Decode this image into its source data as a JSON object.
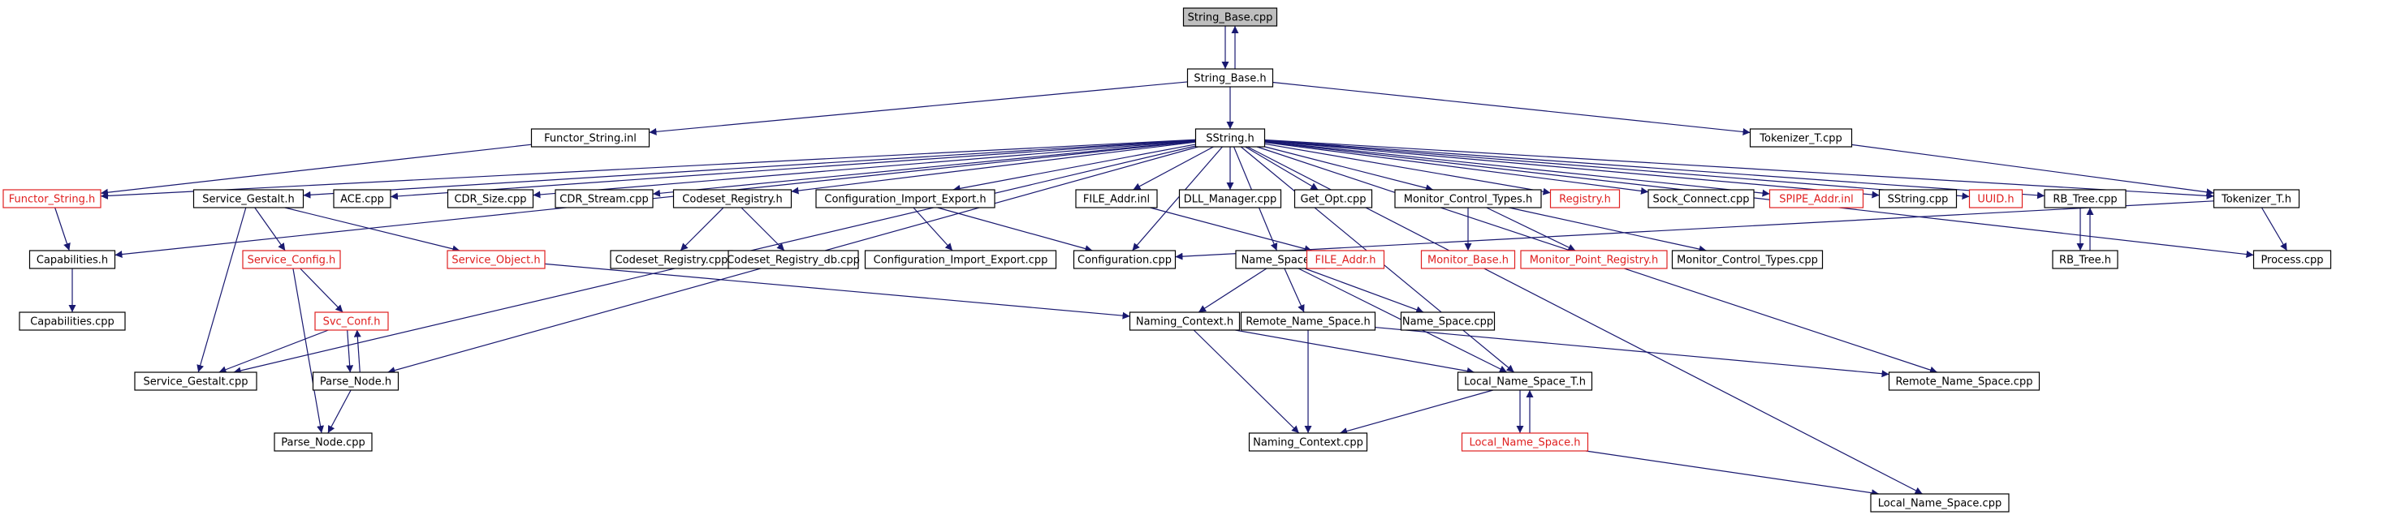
{
  "graph": {
    "colors": {
      "edge": "#191970",
      "truncated_border": "#e02020",
      "root_fill": "#bfbfbf"
    },
    "nodes": [
      {
        "id": "string_base_cpp",
        "label": "String_Base.cpp",
        "style": "root"
      },
      {
        "id": "string_base_h",
        "label": "String_Base.h",
        "style": "normal"
      },
      {
        "id": "functor_string_inl",
        "label": "Functor_String.inl",
        "style": "normal"
      },
      {
        "id": "sstring_h",
        "label": "SString.h",
        "style": "normal"
      },
      {
        "id": "tokenizer_t_cpp",
        "label": "Tokenizer_T.cpp",
        "style": "normal"
      },
      {
        "id": "functor_string_h",
        "label": "Functor_String.h",
        "style": "truncated"
      },
      {
        "id": "service_gestalt_h",
        "label": "Service_Gestalt.h",
        "style": "normal"
      },
      {
        "id": "ace_cpp",
        "label": "ACE.cpp",
        "style": "normal"
      },
      {
        "id": "cdr_size_cpp",
        "label": "CDR_Size.cpp",
        "style": "normal"
      },
      {
        "id": "cdr_stream_cpp",
        "label": "CDR_Stream.cpp",
        "style": "normal"
      },
      {
        "id": "codeset_registry_h",
        "label": "Codeset_Registry.h",
        "style": "normal"
      },
      {
        "id": "config_import_export_h",
        "label": "Configuration_Import_Export.h",
        "style": "normal"
      },
      {
        "id": "file_addr_inl",
        "label": "FILE_Addr.inl",
        "style": "normal"
      },
      {
        "id": "dll_manager_cpp",
        "label": "DLL_Manager.cpp",
        "style": "normal"
      },
      {
        "id": "get_opt_cpp",
        "label": "Get_Opt.cpp",
        "style": "normal"
      },
      {
        "id": "monitor_control_types_h",
        "label": "Monitor_Control_Types.h",
        "style": "normal"
      },
      {
        "id": "registry_h",
        "label": "Registry.h",
        "style": "truncated"
      },
      {
        "id": "sock_connect_cpp",
        "label": "Sock_Connect.cpp",
        "style": "normal"
      },
      {
        "id": "spipe_addr_inl",
        "label": "SPIPE_Addr.inl",
        "style": "truncated"
      },
      {
        "id": "sstring_cpp",
        "label": "SString.cpp",
        "style": "normal"
      },
      {
        "id": "uuid_h",
        "label": "UUID.h",
        "style": "truncated"
      },
      {
        "id": "rb_tree_cpp",
        "label": "RB_Tree.cpp",
        "style": "normal"
      },
      {
        "id": "tokenizer_t_h",
        "label": "Tokenizer_T.h",
        "style": "normal"
      },
      {
        "id": "capabilities_h",
        "label": "Capabilities.h",
        "style": "normal"
      },
      {
        "id": "service_config_h",
        "label": "Service_Config.h",
        "style": "truncated"
      },
      {
        "id": "service_object_h",
        "label": "Service_Object.h",
        "style": "truncated"
      },
      {
        "id": "codeset_registry_cpp",
        "label": "Codeset_Registry.cpp",
        "style": "normal"
      },
      {
        "id": "codeset_registry_db_cpp",
        "label": "Codeset_Registry_db.cpp",
        "style": "normal"
      },
      {
        "id": "config_import_export_cpp",
        "label": "Configuration_Import_Export.cpp",
        "style": "normal"
      },
      {
        "id": "configuration_cpp",
        "label": "Configuration.cpp",
        "style": "normal"
      },
      {
        "id": "name_space_h",
        "label": "Name_Space.h",
        "style": "normal"
      },
      {
        "id": "file_addr_h",
        "label": "FILE_Addr.h",
        "style": "truncated"
      },
      {
        "id": "monitor_base_h",
        "label": "Monitor_Base.h",
        "style": "truncated"
      },
      {
        "id": "monitor_point_registry_h",
        "label": "Monitor_Point_Registry.h",
        "style": "truncated"
      },
      {
        "id": "monitor_control_types_cpp",
        "label": "Monitor_Control_Types.cpp",
        "style": "normal"
      },
      {
        "id": "rb_tree_h",
        "label": "RB_Tree.h",
        "style": "normal"
      },
      {
        "id": "process_cpp",
        "label": "Process.cpp",
        "style": "normal"
      },
      {
        "id": "capabilities_cpp",
        "label": "Capabilities.cpp",
        "style": "normal"
      },
      {
        "id": "svc_conf_h",
        "label": "Svc_Conf.h",
        "style": "truncated"
      },
      {
        "id": "naming_context_h",
        "label": "Naming_Context.h",
        "style": "normal"
      },
      {
        "id": "remote_name_space_h",
        "label": "Remote_Name_Space.h",
        "style": "normal"
      },
      {
        "id": "name_space_cpp",
        "label": "Name_Space.cpp",
        "style": "normal"
      },
      {
        "id": "service_gestalt_cpp",
        "label": "Service_Gestalt.cpp",
        "style": "normal"
      },
      {
        "id": "parse_node_h",
        "label": "Parse_Node.h",
        "style": "normal"
      },
      {
        "id": "local_name_space_t_h",
        "label": "Local_Name_Space_T.h",
        "style": "normal"
      },
      {
        "id": "remote_name_space_cpp",
        "label": "Remote_Name_Space.cpp",
        "style": "normal"
      },
      {
        "id": "parse_node_cpp",
        "label": "Parse_Node.cpp",
        "style": "normal"
      },
      {
        "id": "naming_context_cpp",
        "label": "Naming_Context.cpp",
        "style": "normal"
      },
      {
        "id": "local_name_space_h",
        "label": "Local_Name_Space.h",
        "style": "truncated"
      },
      {
        "id": "local_name_space_cpp",
        "label": "Local_Name_Space.cpp",
        "style": "normal"
      }
    ],
    "edges": [
      [
        "string_base_h",
        "string_base_cpp"
      ],
      [
        "string_base_cpp",
        "string_base_h"
      ],
      [
        "string_base_h",
        "sstring_h"
      ],
      [
        "string_base_h",
        "functor_string_inl"
      ],
      [
        "string_base_h",
        "tokenizer_t_cpp"
      ],
      [
        "functor_string_inl",
        "functor_string_h"
      ],
      [
        "tokenizer_t_cpp",
        "tokenizer_t_h"
      ],
      [
        "sstring_h",
        "functor_string_h"
      ],
      [
        "sstring_h",
        "service_gestalt_h"
      ],
      [
        "sstring_h",
        "ace_cpp"
      ],
      [
        "sstring_h",
        "cdr_size_cpp"
      ],
      [
        "sstring_h",
        "cdr_stream_cpp"
      ],
      [
        "sstring_h",
        "codeset_registry_h"
      ],
      [
        "sstring_h",
        "config_import_export_h"
      ],
      [
        "sstring_h",
        "file_addr_inl"
      ],
      [
        "sstring_h",
        "dll_manager_cpp"
      ],
      [
        "sstring_h",
        "get_opt_cpp"
      ],
      [
        "sstring_h",
        "monitor_control_types_h"
      ],
      [
        "sstring_h",
        "registry_h"
      ],
      [
        "sstring_h",
        "sock_connect_cpp"
      ],
      [
        "sstring_h",
        "spipe_addr_inl"
      ],
      [
        "sstring_h",
        "sstring_cpp"
      ],
      [
        "sstring_h",
        "uuid_h"
      ],
      [
        "sstring_h",
        "rb_tree_cpp"
      ],
      [
        "sstring_h",
        "tokenizer_t_h"
      ],
      [
        "sstring_h",
        "capabilities_h"
      ],
      [
        "sstring_h",
        "configuration_cpp"
      ],
      [
        "sstring_h",
        "name_space_h"
      ],
      [
        "sstring_h",
        "process_cpp"
      ],
      [
        "sstring_h",
        "service_gestalt_cpp"
      ],
      [
        "sstring_h",
        "parse_node_h"
      ],
      [
        "sstring_h",
        "local_name_space_t_h"
      ],
      [
        "sstring_h",
        "remote_name_space_cpp"
      ],
      [
        "sstring_h",
        "local_name_space_cpp"
      ],
      [
        "functor_string_h",
        "capabilities_h"
      ],
      [
        "capabilities_h",
        "capabilities_cpp"
      ],
      [
        "service_gestalt_h",
        "service_config_h"
      ],
      [
        "service_gestalt_h",
        "service_object_h"
      ],
      [
        "service_gestalt_h",
        "service_gestalt_cpp"
      ],
      [
        "service_config_h",
        "svc_conf_h"
      ],
      [
        "service_config_h",
        "parse_node_cpp"
      ],
      [
        "svc_conf_h",
        "parse_node_h"
      ],
      [
        "parse_node_h",
        "svc_conf_h"
      ],
      [
        "svc_conf_h",
        "service_gestalt_cpp"
      ],
      [
        "parse_node_h",
        "parse_node_cpp"
      ],
      [
        "service_object_h",
        "naming_context_h"
      ],
      [
        "codeset_registry_h",
        "codeset_registry_cpp"
      ],
      [
        "codeset_registry_h",
        "codeset_registry_db_cpp"
      ],
      [
        "config_import_export_h",
        "config_import_export_cpp"
      ],
      [
        "config_import_export_h",
        "configuration_cpp"
      ],
      [
        "file_addr_inl",
        "file_addr_h"
      ],
      [
        "monitor_control_types_h",
        "monitor_base_h"
      ],
      [
        "monitor_control_types_h",
        "monitor_point_registry_h"
      ],
      [
        "monitor_control_types_h",
        "monitor_control_types_cpp"
      ],
      [
        "rb_tree_cpp",
        "rb_tree_h"
      ],
      [
        "rb_tree_h",
        "rb_tree_cpp"
      ],
      [
        "tokenizer_t_h",
        "configuration_cpp"
      ],
      [
        "tokenizer_t_h",
        "process_cpp"
      ],
      [
        "name_space_h",
        "naming_context_h"
      ],
      [
        "name_space_h",
        "remote_name_space_h"
      ],
      [
        "name_space_h",
        "name_space_cpp"
      ],
      [
        "name_space_h",
        "local_name_space_t_h"
      ],
      [
        "naming_context_h",
        "naming_context_cpp"
      ],
      [
        "naming_context_h",
        "local_name_space_t_h"
      ],
      [
        "remote_name_space_h",
        "naming_context_cpp"
      ],
      [
        "remote_name_space_h",
        "remote_name_space_cpp"
      ],
      [
        "local_name_space_t_h",
        "naming_context_cpp"
      ],
      [
        "local_name_space_t_h",
        "local_name_space_h"
      ],
      [
        "local_name_space_h",
        "local_name_space_t_h"
      ],
      [
        "local_name_space_h",
        "local_name_space_cpp"
      ]
    ]
  }
}
